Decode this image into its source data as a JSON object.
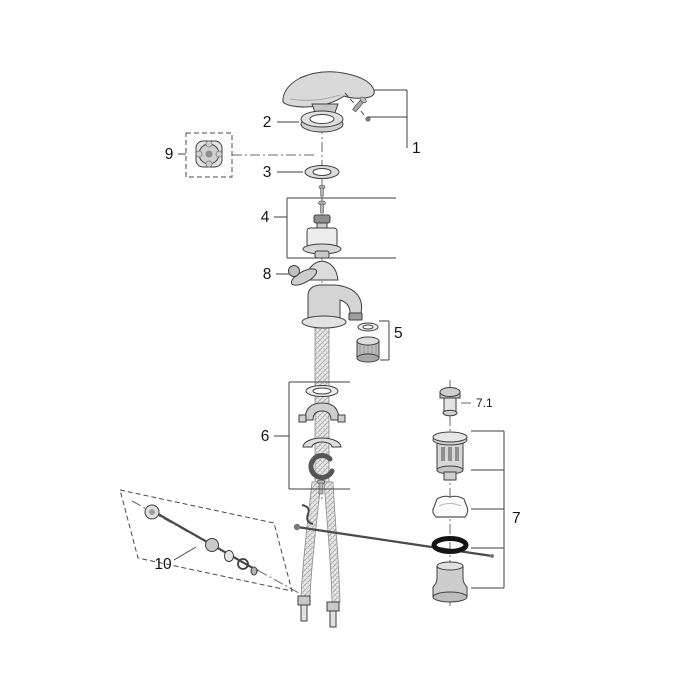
{
  "diagram": {
    "labels": {
      "part1": "1",
      "part2": "2",
      "part3": "3",
      "part4": "4",
      "part5": "5",
      "part6": "6",
      "part7": "7",
      "part7_1": "7.1",
      "part8": "8",
      "part9": "9",
      "part10": "10"
    },
    "colors": {
      "background": "#ffffff",
      "outline": "#3f3f3f",
      "metal_light": "#ececec",
      "metal_mid": "#cdcdcd",
      "metal_dark": "#9a9a9a",
      "seal_black": "#141414"
    }
  }
}
